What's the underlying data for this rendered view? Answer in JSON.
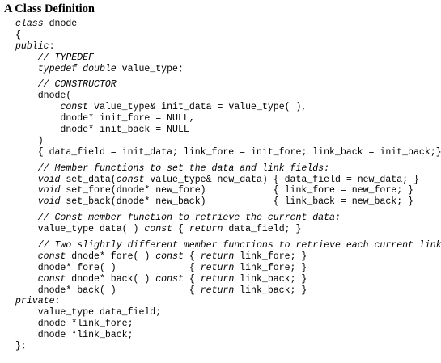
{
  "title": "A Class Definition",
  "code_lines": [
    [
      {
        "t": "class",
        "k": "kw"
      },
      {
        "t": " dnode"
      }
    ],
    [
      {
        "t": "{"
      }
    ],
    [
      {
        "t": "public",
        "k": "kw"
      },
      {
        "t": ":"
      }
    ],
    [
      {
        "t": "    "
      },
      {
        "t": "// TYPEDEF",
        "k": "cm"
      }
    ],
    [
      {
        "t": "    "
      },
      {
        "t": "typedef double",
        "k": "kw"
      },
      {
        "t": " value_type;"
      }
    ],
    [],
    [
      {
        "t": "    "
      },
      {
        "t": "// CONSTRUCTOR",
        "k": "cm"
      }
    ],
    [
      {
        "t": "    dnode("
      }
    ],
    [
      {
        "t": "        "
      },
      {
        "t": "const",
        "k": "kw"
      },
      {
        "t": " value_type& init_data = value_type( ),"
      }
    ],
    [
      {
        "t": "        dnode* init_fore = NULL,"
      }
    ],
    [
      {
        "t": "        dnode* init_back = NULL"
      }
    ],
    [
      {
        "t": "    )"
      }
    ],
    [
      {
        "t": "    { data_field = init_data; link_fore = init_fore; link_back = init_back;}"
      }
    ],
    [],
    [
      {
        "t": "    "
      },
      {
        "t": "// Member functions to set the data and link fields:",
        "k": "cm"
      }
    ],
    [
      {
        "t": "    "
      },
      {
        "t": "void",
        "k": "kw"
      },
      {
        "t": " set_data("
      },
      {
        "t": "const",
        "k": "kw"
      },
      {
        "t": " value_type& new_data) { data_field = new_data; }"
      }
    ],
    [
      {
        "t": "    "
      },
      {
        "t": "void",
        "k": "kw"
      },
      {
        "t": " set_fore(dnode* new_fore)            { link_fore = new_fore; }"
      }
    ],
    [
      {
        "t": "    "
      },
      {
        "t": "void",
        "k": "kw"
      },
      {
        "t": " set_back(dnode* new_back)            { link_back = new_back; }"
      }
    ],
    [],
    [
      {
        "t": "    "
      },
      {
        "t": "// Const member function to retrieve the current data:",
        "k": "cm"
      }
    ],
    [
      {
        "t": "    value_type data( ) "
      },
      {
        "t": "const",
        "k": "kw"
      },
      {
        "t": " { "
      },
      {
        "t": "return",
        "k": "kw"
      },
      {
        "t": " data_field; }"
      }
    ],
    [],
    [
      {
        "t": "    "
      },
      {
        "t": "// Two slightly different member functions to retrieve each current link:",
        "k": "cm"
      }
    ],
    [
      {
        "t": "    "
      },
      {
        "t": "const",
        "k": "kw"
      },
      {
        "t": " dnode* fore( ) "
      },
      {
        "t": "const",
        "k": "kw"
      },
      {
        "t": " { "
      },
      {
        "t": "return",
        "k": "kw"
      },
      {
        "t": " link_fore; }"
      }
    ],
    [
      {
        "t": "    dnode* fore( )             { "
      },
      {
        "t": "return",
        "k": "kw"
      },
      {
        "t": " link_fore; }"
      }
    ],
    [
      {
        "t": "    "
      },
      {
        "t": "const",
        "k": "kw"
      },
      {
        "t": " dnode* back( ) "
      },
      {
        "t": "const",
        "k": "kw"
      },
      {
        "t": " { "
      },
      {
        "t": "return",
        "k": "kw"
      },
      {
        "t": " link_back; }"
      }
    ],
    [
      {
        "t": "    dnode* back( )             { "
      },
      {
        "t": "return",
        "k": "kw"
      },
      {
        "t": " link_back; }"
      }
    ],
    [
      {
        "t": "private",
        "k": "kw"
      },
      {
        "t": ":"
      }
    ],
    [
      {
        "t": "    value_type data_field;"
      }
    ],
    [
      {
        "t": "    dnode *link_fore;"
      }
    ],
    [
      {
        "t": "    dnode *link_back;"
      }
    ],
    [
      {
        "t": "};"
      }
    ]
  ]
}
